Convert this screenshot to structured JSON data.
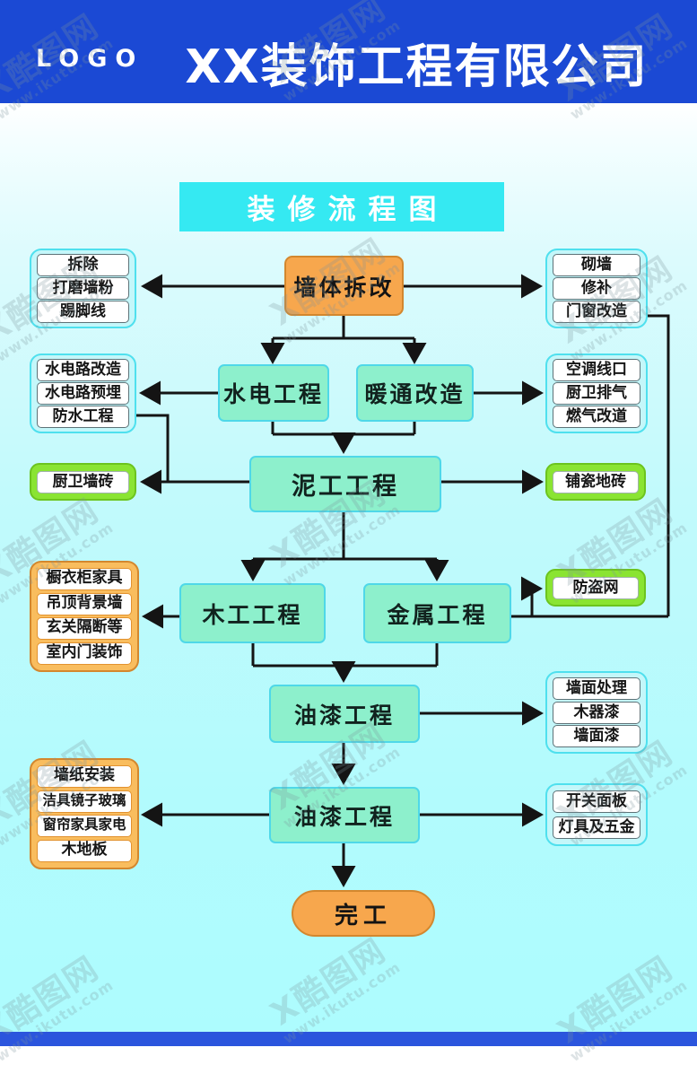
{
  "header": {
    "logo": "LOGO",
    "company": "XX装饰工程有限公司"
  },
  "title": "装修流程图",
  "watermark": {
    "logo_mark": "X",
    "brand": "酷图网",
    "url": "www.ikutu.com"
  },
  "nodes": {
    "demolition": "墙体拆改",
    "plumbing": "水电工程",
    "hvac": "暖通改造",
    "masonry": "泥工工程",
    "carpentry": "木工工程",
    "metal": "金属工程",
    "paint1": "油漆工程",
    "paint2": "油漆工程",
    "done": "完工"
  },
  "groups": {
    "demo_left": {
      "items": [
        "拆除",
        "打磨墙粉",
        "踢脚线"
      ]
    },
    "demo_right": {
      "items": [
        "砌墙",
        "修补",
        "门窗改造"
      ]
    },
    "plumb_left": {
      "items": [
        "水电路改造",
        "水电路预埋",
        "防水工程"
      ]
    },
    "hvac_right": {
      "items": [
        "空调线口",
        "厨卫排气",
        "燃气改道"
      ]
    },
    "masonry_left": {
      "items": [
        "厨卫墙砖"
      ]
    },
    "masonry_right": {
      "items": [
        "铺瓷地砖"
      ]
    },
    "carpentry_left": {
      "items": [
        "橱衣柜家具",
        "吊顶背景墙",
        "玄关隔断等",
        "室内门装饰"
      ]
    },
    "metal_right": {
      "items": [
        "防盗网"
      ]
    },
    "paint_right": {
      "items": [
        "墙面处理",
        "木器漆",
        "墙面漆"
      ]
    },
    "install_left": {
      "items": [
        "墙纸安装",
        "洁具镜子玻璃",
        "窗帘家具家电",
        "木地板"
      ]
    },
    "install_right": {
      "items": [
        "开关面板",
        "灯具及五金"
      ]
    }
  },
  "colors": {
    "header_blue": "#1b49d4",
    "title_cyan": "#35e9f2",
    "process_fill": "#8df0cc",
    "process_border": "#4fd8e8",
    "orange_fill": "#f7a74d",
    "orange_border": "#d3872e",
    "orange_group_fill": "#f9bd5e",
    "cyan_group_fill": "#c4f7fa",
    "cyan_group_border": "#4fe0ee",
    "green_fill": "#8ae432",
    "green_border": "#6cc41e",
    "line_black": "#141414"
  }
}
